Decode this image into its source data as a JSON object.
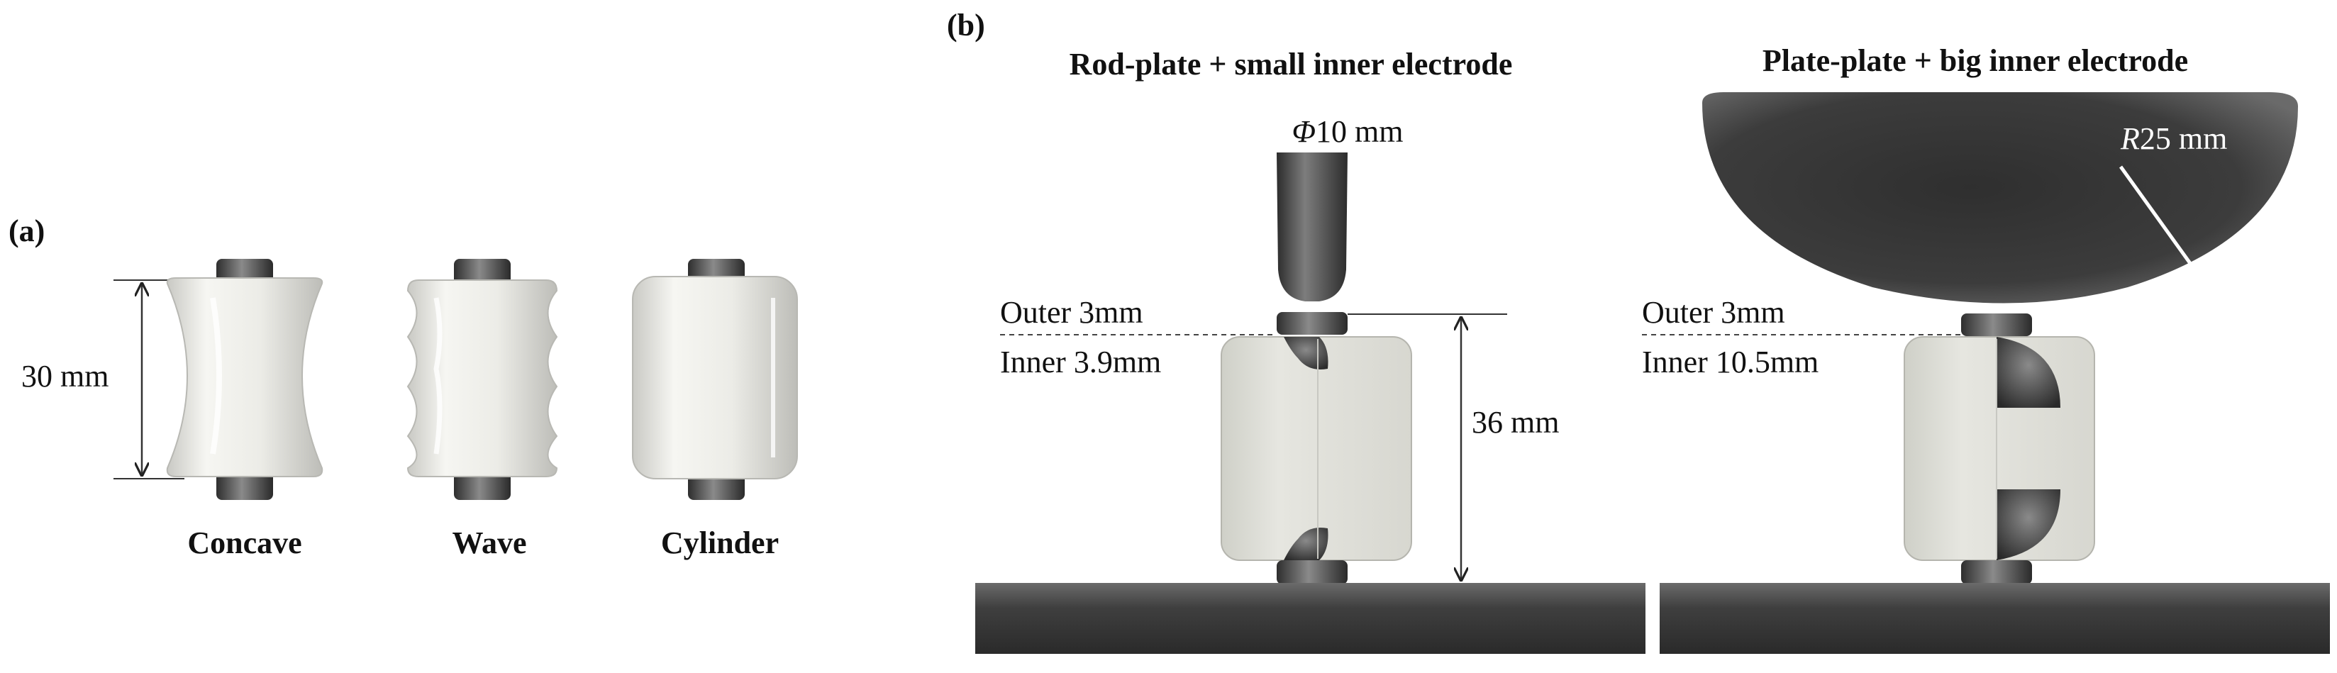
{
  "panel_a": {
    "label": "(a)",
    "height_dim": "30 mm",
    "insulators": [
      {
        "name": "Concave"
      },
      {
        "name": "Wave"
      },
      {
        "name": "Cylinder"
      }
    ]
  },
  "panel_b": {
    "label": "(b)",
    "left": {
      "title": "Rod-plate + small inner electrode",
      "rod_prefix": "Φ",
      "rod_value": "10 mm",
      "outer": "Outer 3mm",
      "inner": "Inner 3.9mm",
      "gap": "36 mm"
    },
    "right": {
      "title": "Plate-plate + big inner electrode",
      "radius_prefix": "R",
      "radius_value": "25 mm",
      "outer": "Outer 3mm",
      "inner": "Inner 10.5mm"
    }
  },
  "colors": {
    "electrode_dark": "#3a3a3a",
    "ceramic": "#e9e9e4",
    "insulator_gray": "#dcdcd6"
  }
}
